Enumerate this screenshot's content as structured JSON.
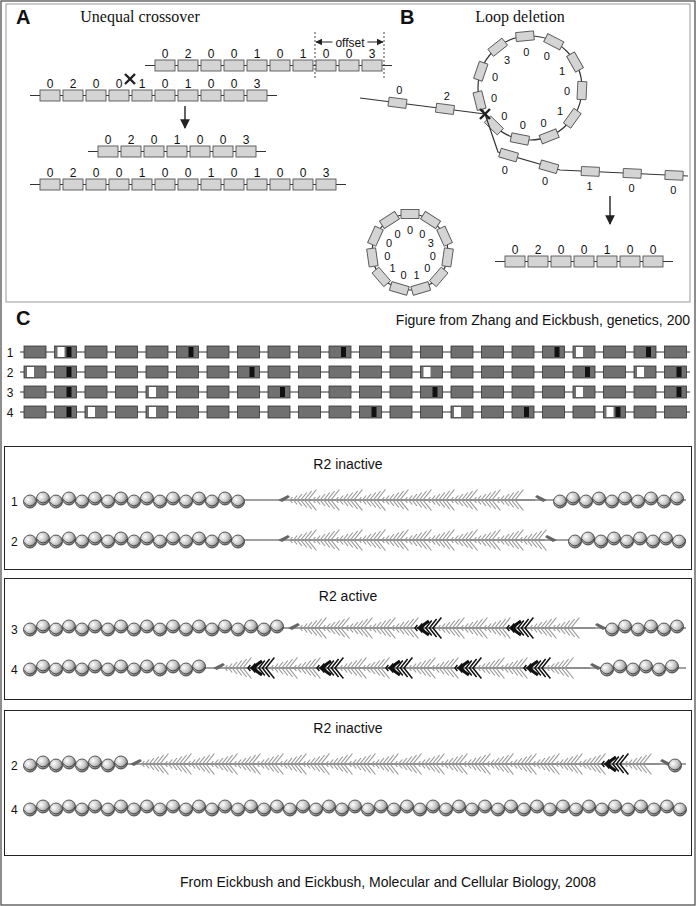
{
  "diagram": {
    "nodes": [
      {
        "text": [
          "R2 inactive",
          "1",
          "2"
        ]
      },
      {
        "text": [
          "R2 active",
          "3",
          "4"
        ]
      },
      {
        "text": [
          "R2 inactive",
          "2",
          "4"
        ]
      }
    ],
    "labels": [
      "A",
      "Unequal crossover",
      "offset",
      "0",
      "2",
      "0",
      "0",
      "1",
      "0",
      "1",
      "0",
      "0",
      "3",
      "0",
      "2",
      "0",
      "0",
      "1",
      "0",
      "1",
      "0",
      "0",
      "3",
      "0",
      "2",
      "0",
      "1",
      "0",
      "0",
      "3",
      "0",
      "2",
      "0",
      "0",
      "1",
      "0",
      "0",
      "1",
      "0",
      "1",
      "0",
      "0",
      "3",
      "B",
      "Loop deletion",
      "0",
      "2",
      "0",
      "0",
      "3",
      "0",
      "0",
      "1",
      "0",
      "1",
      "0",
      "0",
      "0",
      "0",
      "0",
      "1",
      "0",
      "0",
      "0",
      "0",
      "3",
      "0",
      "0",
      "1",
      "0",
      "1",
      "0",
      "0",
      "0",
      "0",
      "2",
      "0",
      "0",
      "1",
      "0",
      "0",
      "C",
      "Figure from Zhang and Eickbush, genetics, 200",
      "1",
      "2",
      "3",
      "4",
      "From Eickbush and Eickbush, Molecular and Cellular Biology, 2008"
    ]
  }
}
